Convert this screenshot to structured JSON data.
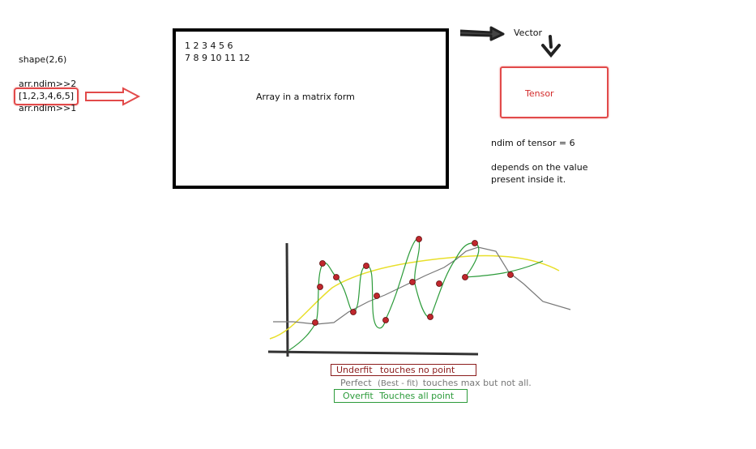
{
  "left_notes": {
    "shape": "shape(2,6)",
    "ndim2": "arr.ndim>>2",
    "array1d": "[1,2,3,4,6,5]",
    "ndim1": "arr.ndim>>1"
  },
  "matrix": {
    "row1": "1 2 3 4 5 6",
    "row2": "7 8 9 10 11 12",
    "caption": "Array in a matrix form"
  },
  "vector_label": "Vector",
  "tensor": {
    "label": "Tensor",
    "ndim_note": "ndim of tensor  = 6",
    "depends_line1": "depends on the value",
    "depends_line2": "present inside it."
  },
  "legend": {
    "underfit_title": "Underfit",
    "underfit_desc": "touches no point",
    "perfect_title": "Perfect",
    "perfect_sub": "(Best - fit)",
    "perfect_desc": "touches max but not all.",
    "overfit_title": "Overfit",
    "overfit_desc": "Touches all point"
  },
  "colors": {
    "accent_red": "#e24a4a",
    "underfit": "#8b1c1c",
    "perfect": "#777777",
    "overfit": "#2c9b3a",
    "yellow_curve": "#e8df2a",
    "points": "#c0272d"
  }
}
